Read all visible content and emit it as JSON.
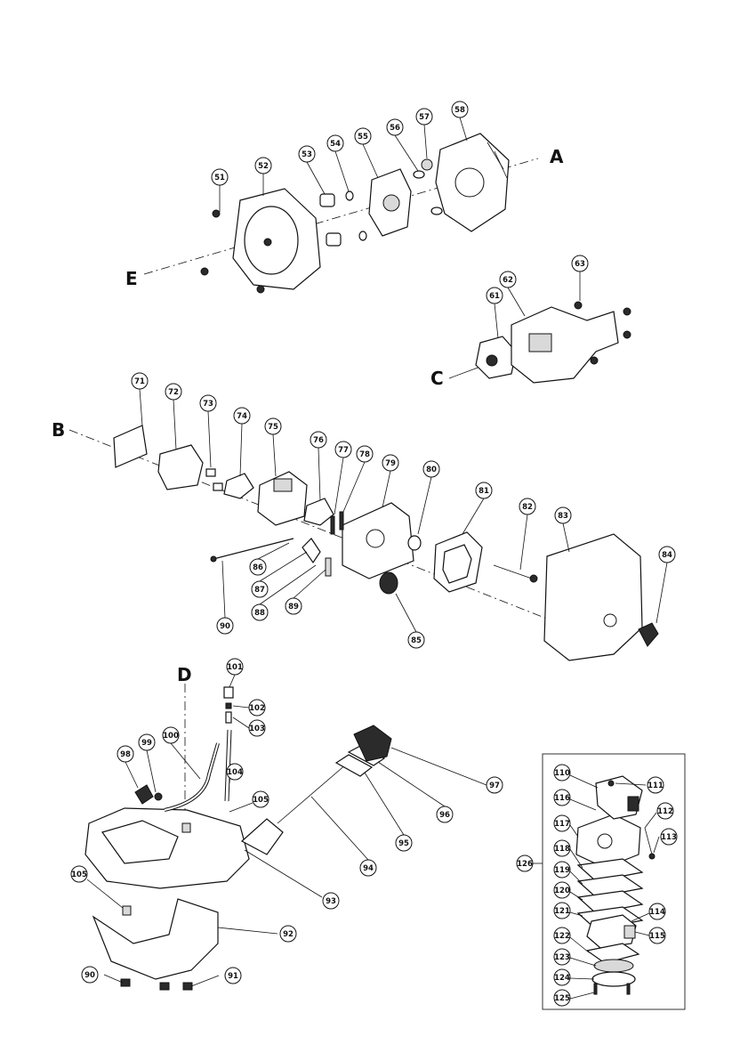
{
  "letters": {
    "a": "A",
    "b": "B",
    "c": "C",
    "d": "D",
    "e": "E"
  },
  "callouts": {
    "n51": "51",
    "n52": "52",
    "n53": "53",
    "n54": "54",
    "n55": "55",
    "n56": "56",
    "n57": "57",
    "n58": "58",
    "n61": "61",
    "n62": "62",
    "n63": "63",
    "n71": "71",
    "n72": "72",
    "n73": "73",
    "n74": "74",
    "n75": "75",
    "n76": "76",
    "n77": "77",
    "n78": "78",
    "n79": "79",
    "n80": "80",
    "n81": "81",
    "n82": "82",
    "n83": "83",
    "n84": "84",
    "n85": "85",
    "n86": "86",
    "n87": "87",
    "n88": "88",
    "n89": "89",
    "n90": "90",
    "n90b": "90",
    "n91": "91",
    "n92": "92",
    "n93": "93",
    "n94": "94",
    "n95": "95",
    "n96": "96",
    "n97": "97",
    "n98": "98",
    "n99": "99",
    "n100": "100",
    "n101": "101",
    "n102": "102",
    "n103": "103",
    "n104": "104",
    "n105": "105",
    "n105b": "105",
    "n110": "110",
    "n111": "111",
    "n112": "112",
    "n113": "113",
    "n114": "114",
    "n115": "115",
    "n116": "116",
    "n117": "117",
    "n118": "118",
    "n119": "119",
    "n120": "120",
    "n121": "121",
    "n122": "122",
    "n123": "123",
    "n124": "124",
    "n125": "125",
    "n126": "126"
  }
}
